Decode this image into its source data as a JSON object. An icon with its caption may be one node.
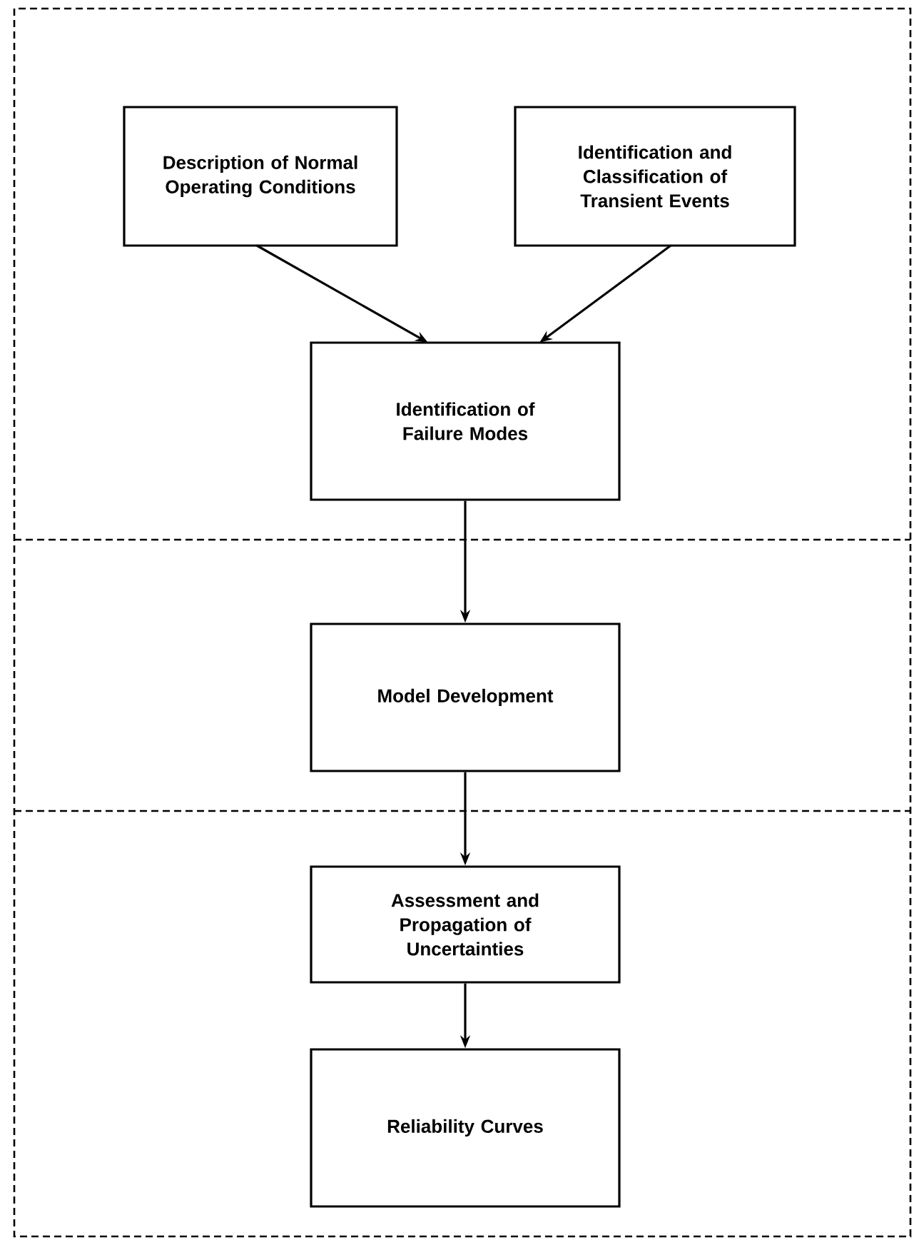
{
  "diagram": {
    "nodes": [
      {
        "text": [
          "Description of Normal Operating Conditions"
        ]
      },
      {
        "text": [
          "Identification and Classification of Transient Events"
        ]
      },
      {
        "text": [
          "Identification of Failure Modes"
        ]
      },
      {
        "text": [
          "Model Development"
        ]
      },
      {
        "text": [
          "Assessment and Propagation of Uncertainties"
        ]
      },
      {
        "text": [
          "Reliability Curves"
        ]
      }
    ],
    "edges": [
      {
        "from": 0,
        "to": 2,
        "arrow": "to"
      },
      {
        "from": 1,
        "to": 2,
        "arrow": "to"
      },
      {
        "from": 2,
        "to": 3,
        "arrow": "to"
      },
      {
        "from": 3,
        "to": 4,
        "arrow": "to"
      },
      {
        "from": 4,
        "to": 5,
        "arrow": "to"
      }
    ]
  }
}
